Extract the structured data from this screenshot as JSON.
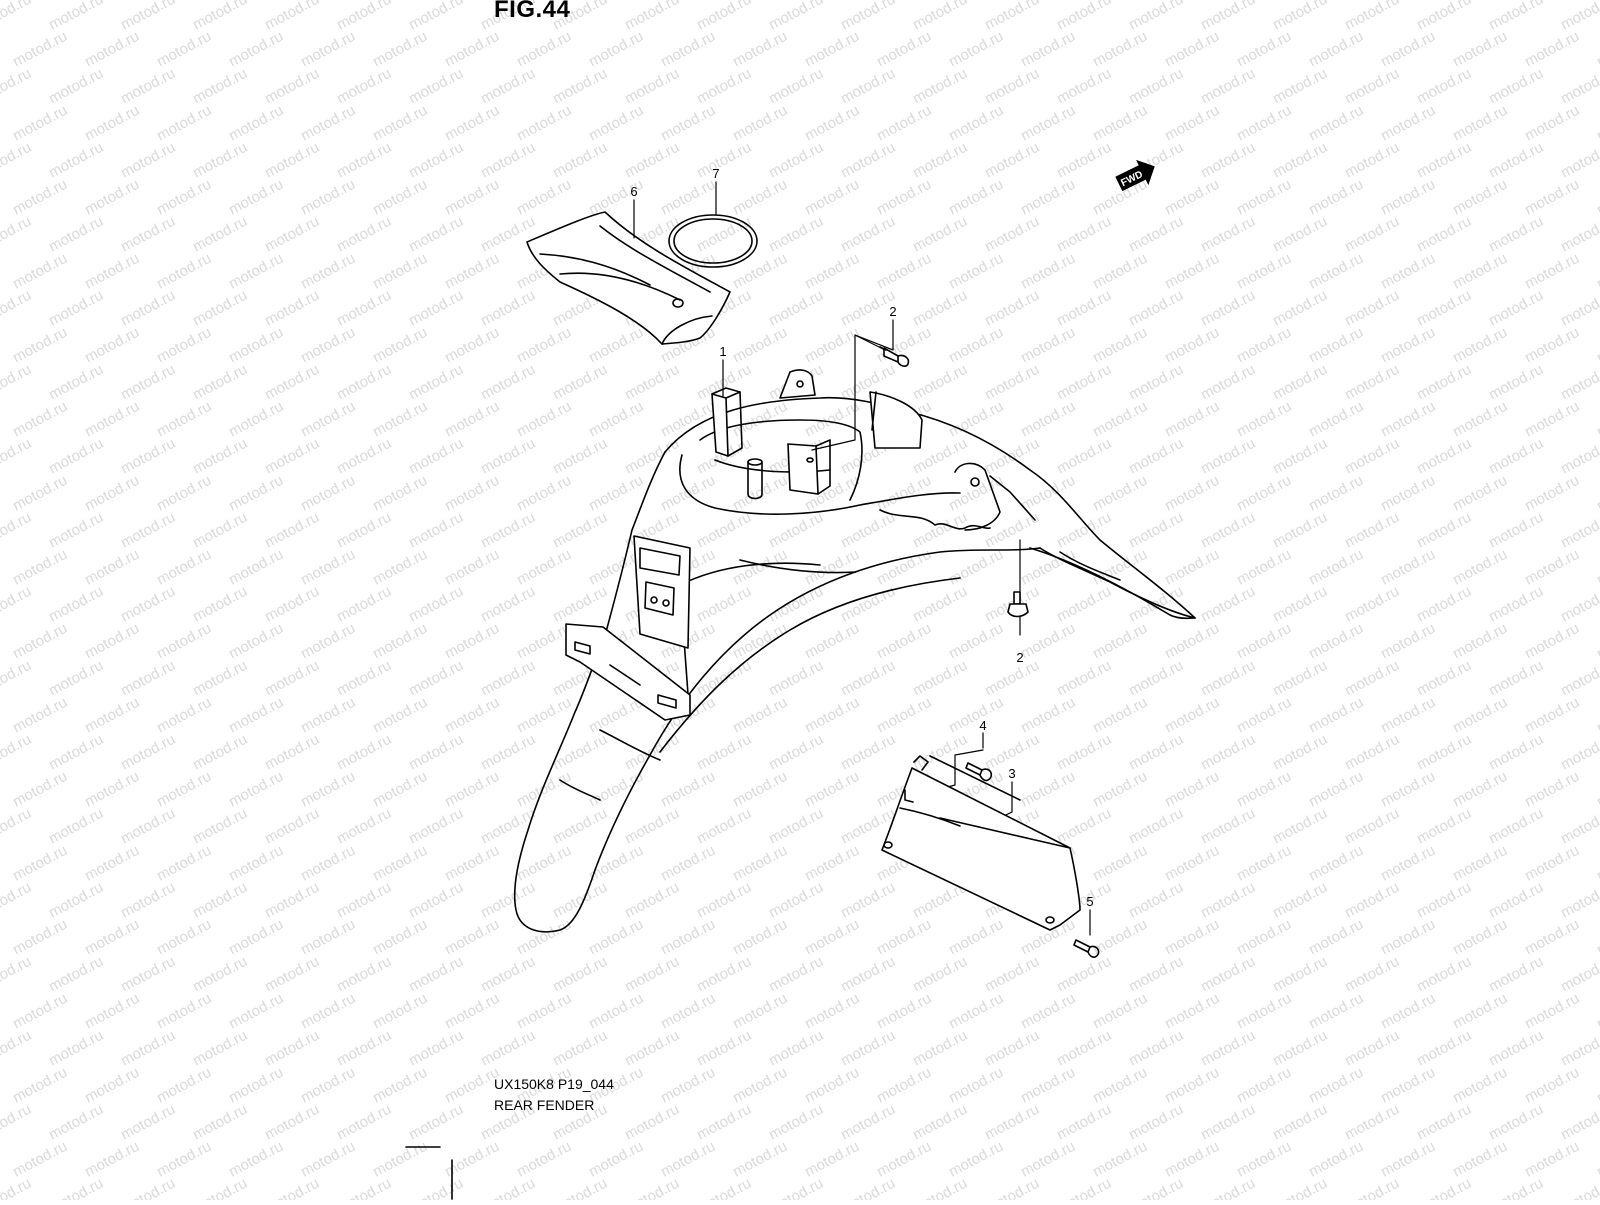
{
  "figure": {
    "title": "FIG.44",
    "model_code": "UX150K8 P19_044",
    "part_group": "REAR FENDER"
  },
  "watermark": {
    "text": "motod.ru",
    "color": "#d9d9d9"
  },
  "direction_badge": {
    "text": "FWD"
  },
  "callouts": [
    {
      "id": "1",
      "label": "1"
    },
    {
      "id": "2a",
      "label": "2"
    },
    {
      "id": "2b",
      "label": "2"
    },
    {
      "id": "3",
      "label": "3"
    },
    {
      "id": "4",
      "label": "4"
    },
    {
      "id": "5",
      "label": "5"
    },
    {
      "id": "6",
      "label": "6"
    },
    {
      "id": "7",
      "label": "7"
    }
  ],
  "colors": {
    "ink": "#000000",
    "paper": "#ffffff"
  }
}
